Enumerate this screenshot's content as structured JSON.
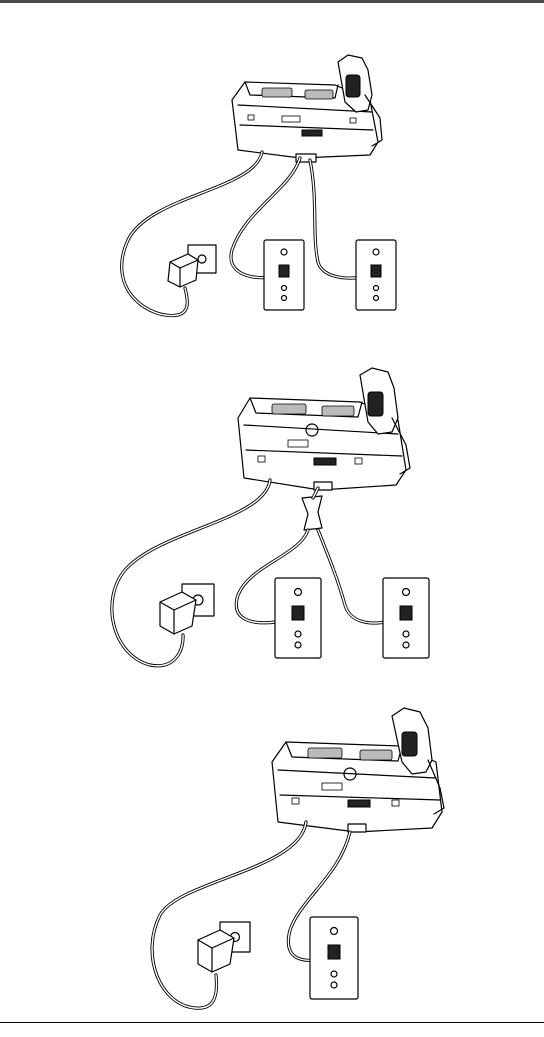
{
  "figures": [
    {
      "id": "setup-two-lines-separate-jacks",
      "wall_jacks": 2,
      "splitter": false
    },
    {
      "id": "setup-two-lines-splitter",
      "wall_jacks": 2,
      "splitter": true
    },
    {
      "id": "setup-single-line",
      "wall_jacks": 1,
      "splitter": false
    }
  ],
  "icons": [
    "phone-base-icon",
    "handset-icon",
    "power-adapter-icon",
    "power-outlet-icon",
    "wall-jack-icon",
    "line-splitter-icon"
  ],
  "colors": {
    "line": "#000000",
    "background": "#ffffff",
    "rule": "#4a4a4a"
  }
}
